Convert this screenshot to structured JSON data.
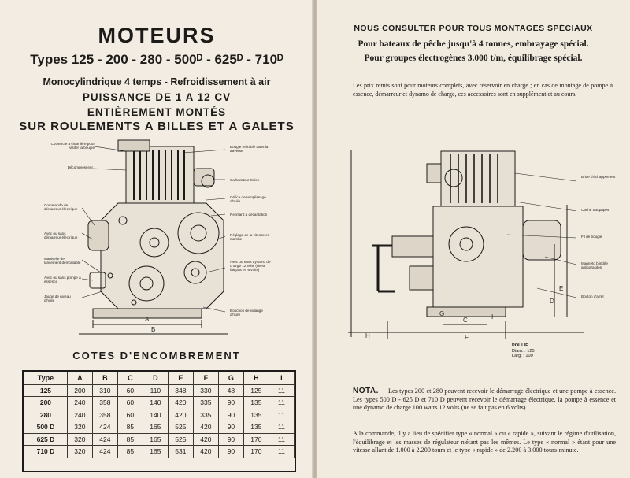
{
  "left_page": {
    "title": "MOTEURS",
    "types_line": "Types 125 - 200 - 280 - 500ᴰ - 625ᴰ - 710ᴰ",
    "subtitle1": "Monocylindrique 4 temps - Refroidissement à air",
    "subtitle2": "PUISSANCE DE 1 A 12 CV",
    "subtitle3": "ENTIÈREMENT MONTÉS",
    "subtitle4": "SUR ROULEMENTS A BILLES ET A GALETS",
    "diagram_labels": {
      "couvercle": "Couvercle à charnière pour visiter la bougie",
      "decompresseur": "Décompresseur",
      "commande": "Commande de démarreur électrique",
      "avec_ou_sans": "Avec ou sans démarreur électrique",
      "manivelle": "Manivelle de lancement démontable",
      "pompe": "Avec ou sans pompe à essence",
      "jauge": "Jauge de niveau d'huile",
      "bougie": "Bougie retirable dans la traverse",
      "carburateur": "Carburateur Solex",
      "orifice": "Orifice de remplissage d'huile",
      "reniflard": "Reniflard à décantation",
      "reglage": "Réglage de la vitesse en marche",
      "dynamo": "Avec ou sans dynamo de charge 12 volts (ne se fait pas en 6 volts)",
      "bouchon": "Bouchon de vidange d'huile",
      "dim_a": "A",
      "dim_b": "B"
    },
    "table_title": "COTES D'ENCOMBREMENT",
    "table": {
      "headers": [
        "Type",
        "A",
        "B",
        "C",
        "D",
        "E",
        "F",
        "G",
        "H",
        "I"
      ],
      "rows": [
        [
          "125",
          "200",
          "310",
          "60",
          "110",
          "348",
          "330",
          "48",
          "125",
          "11"
        ],
        [
          "200",
          "240",
          "358",
          "60",
          "140",
          "420",
          "335",
          "90",
          "135",
          "11"
        ],
        [
          "280",
          "240",
          "358",
          "60",
          "140",
          "420",
          "335",
          "90",
          "135",
          "11"
        ],
        [
          "500 D",
          "320",
          "424",
          "85",
          "165",
          "525",
          "420",
          "90",
          "135",
          "11"
        ],
        [
          "625 D",
          "320",
          "424",
          "85",
          "165",
          "525",
          "420",
          "90",
          "170",
          "11"
        ],
        [
          "710 D",
          "320",
          "424",
          "85",
          "165",
          "531",
          "420",
          "90",
          "170",
          "11"
        ]
      ]
    }
  },
  "right_page": {
    "header1": "NOUS CONSULTER POUR TOUS MONTAGES SPÉCIAUX",
    "header2": "Pour bateaux de pêche jusqu'à 4 tonnes, embrayage spécial.",
    "header3": "Pour groupes électrogènes 3.000 t/m, équilibrage spécial.",
    "paragraph": "Les prix remis sont pour moteurs complets, avec réservoir en charge ; en cas de montage de pompe à essence, démarreur et dynamo de charge, ces accessoires sont en supplément et au cours.",
    "diagram_labels": {
      "bride": "Bride d'échappement",
      "cache": "Cache Soupapes",
      "fil": "Fil de bougie",
      "magneto": "Magnéto blindée antiparasites",
      "bouton": "Bouton d'arrêt",
      "dim_h": "H",
      "dim_g": "G",
      "dim_c": "C",
      "dim_f": "F",
      "dim_e": "E",
      "dim_d": "D",
      "dim_i": "I"
    },
    "poulie_title": "POULIE",
    "poulie_diam": "Diam. : 125",
    "poulie_larg": "Larg. : 100",
    "nota_label": "NOTA. –",
    "nota_text": "Les types 200 et 280 peuvent recevoir le démarrage électrique et une pompe à essence. Les types 500 D - 625 D et 710 D peuvent recevoir le démarrage électrique, la pompe à essence et une dynamo de charge 100 watts 12 volts (ne se fait pas en 6 volts).",
    "nota_text2": "A la commande, il y a lieu de spécifier type « normal » ou « rapide », suivant le régime d'utilisation, l'équilibrage et les masses de régulateur n'étant pas les mêmes. Le type « normal » étant pour une vitesse allant de 1.000 à 2.200 tours et le type « rapide » de 2.200 à 3.000 tours-minute."
  }
}
